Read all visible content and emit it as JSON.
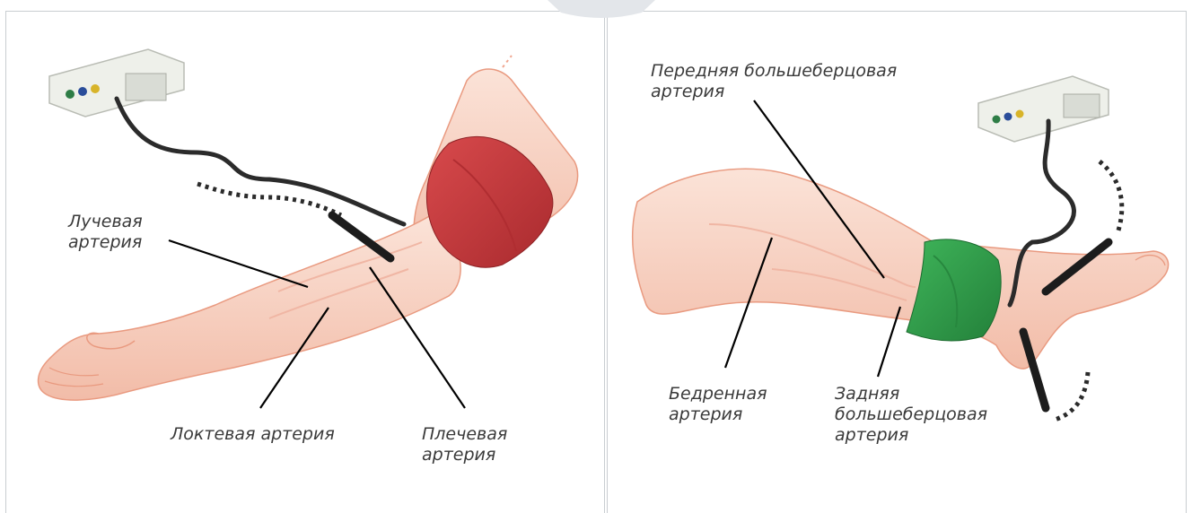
{
  "left_panel": {
    "labels": {
      "radial": "Лучевая\nартерия",
      "ulnar": "Локтевая артерия",
      "brachial": "Плечевая\nартерия"
    }
  },
  "right_panel": {
    "labels": {
      "anterior_tibial": "Передняя большеберцовая\nартерия",
      "femoral": "Бедренная\nартерия",
      "posterior_tibial": "Задняя\nбольшеберцовая\nартерия"
    }
  },
  "colors": {
    "skin": "#f7d2c2",
    "skin_outline": "#e99a80",
    "arm_cuff": "#c8363a",
    "leg_cuff": "#2f9a45",
    "leader_line": "#000000"
  }
}
